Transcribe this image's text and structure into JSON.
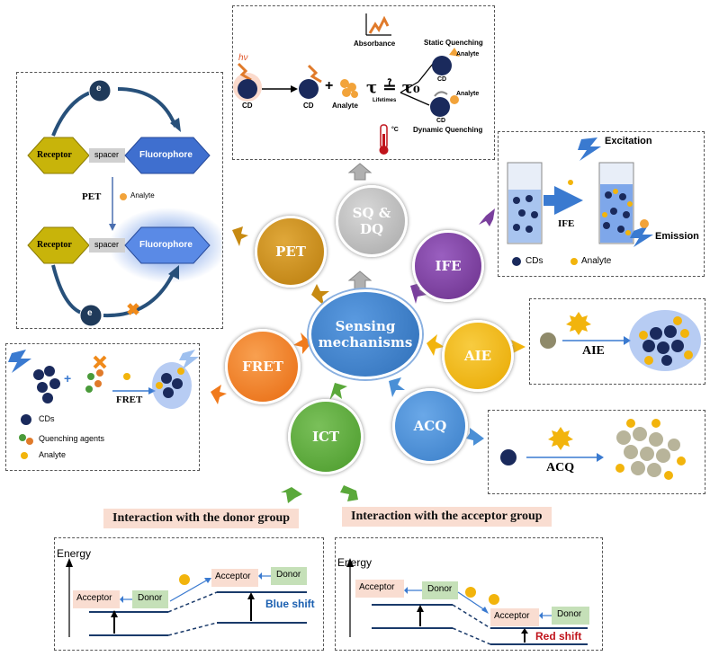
{
  "center": {
    "label": "Sensing mechanisms"
  },
  "mechanisms": {
    "sqdq": "SQ & DQ",
    "pet": "PET",
    "ife": "IFE",
    "aie": "AIE",
    "fret": "FRET",
    "ict": "ICT",
    "acq": "ACQ"
  },
  "sqdq_box": {
    "absorbance": "Absorbance",
    "hv": "hν",
    "cd": "CD",
    "analyte": "Analyte",
    "equation": "τ ≟ τ₀",
    "lifetimes": "Lifetimes",
    "static": "Static Quenching",
    "dynamic": "Dynamic Quenching",
    "temp": "°C",
    "plus": "+"
  },
  "pet_box": {
    "electron": "e",
    "receptor": "Receptor",
    "spacer": "spacer",
    "fluorophore": "Fluorophore",
    "pet": "PET",
    "analyte": "Analyte"
  },
  "ife_box": {
    "excitation": "Excitation",
    "ife": "IFE",
    "emission": "Emission",
    "cds": "CDs",
    "analyte": "Analyte"
  },
  "aie_box": {
    "label": "AIE"
  },
  "fret_box": {
    "fret": "FRET",
    "cds": "CDs",
    "quenching": "Quenching agents",
    "analyte": "Analyte",
    "plus": "+"
  },
  "acq_box": {
    "label": "ACQ"
  },
  "ict": {
    "donor_title": "Interaction with the donor group",
    "acceptor_title": "Interaction with the acceptor group",
    "energy": "Energy",
    "acceptor": "Acceptor",
    "donor": "Donor",
    "blue_shift": "Blue shift",
    "red_shift": "Red shift"
  },
  "colors": {
    "sqdq": "#b0b0b0",
    "pet": "#c78a12",
    "ife": "#7a3f9d",
    "aie": "#f2b40c",
    "fret": "#f07a1c",
    "ict": "#5aa83a",
    "acq": "#4a8fd6",
    "center": "#2f6fb8",
    "blue_shift": "#1a5fb0",
    "red_shift": "#c0141c"
  }
}
